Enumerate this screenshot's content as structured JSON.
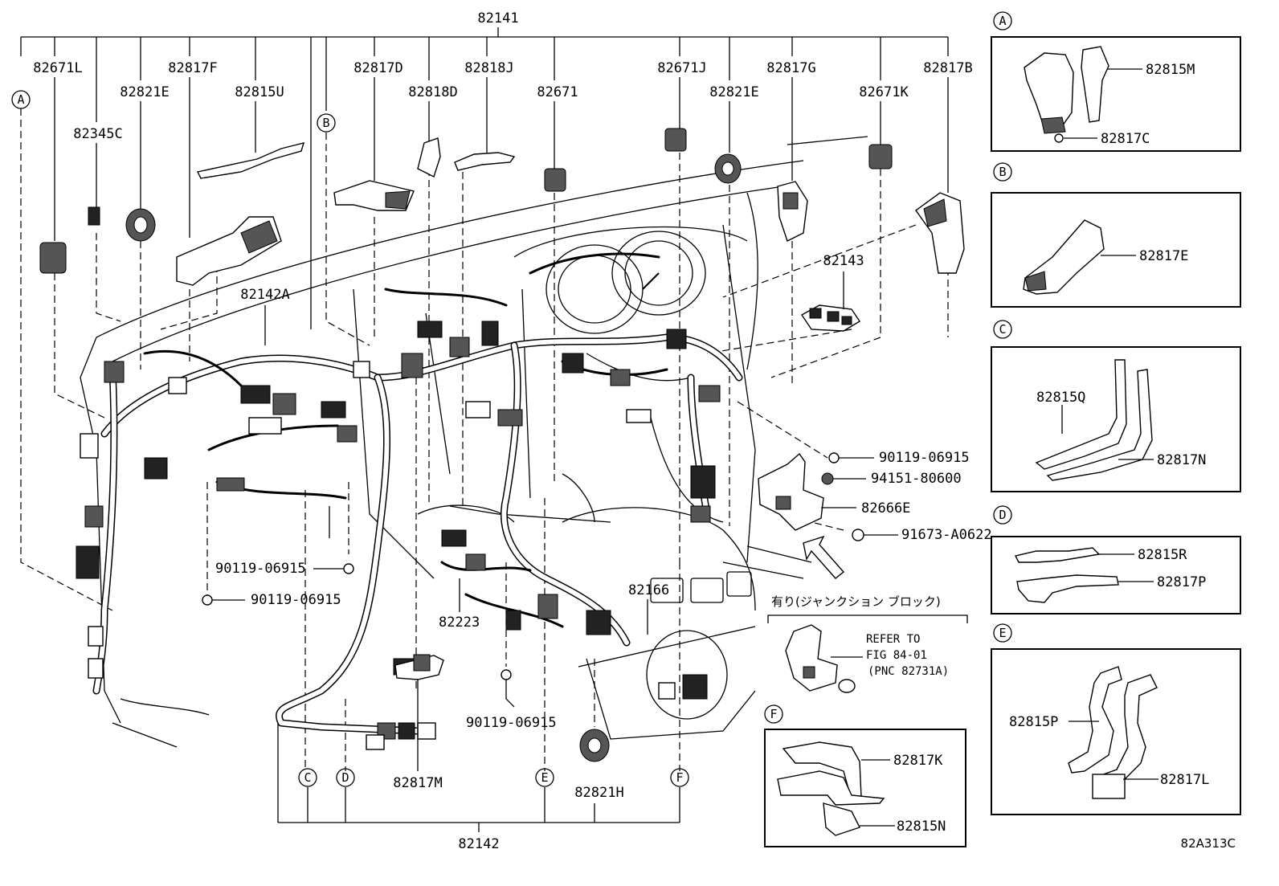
{
  "diagram_id": "82A313C",
  "main_labels": {
    "wire_top": "82141",
    "wire_bottom": "82142",
    "p82671L": "82671L",
    "p82821E_left": "82821E",
    "p82817F": "82817F",
    "p82815U": "82815U",
    "p82345C": "82345C",
    "p82817D": "82817D",
    "p82818J": "82818J",
    "p82818D": "82818D",
    "p82671": "82671",
    "p82671J": "82671J",
    "p82817G": "82817G",
    "p82821E_right": "82821E",
    "p82671K": "82671K",
    "p82817B": "82817B",
    "p82143": "82143",
    "p82142A": "82142A",
    "p90119_right": "90119-06915",
    "p94151": "94151-80600",
    "p82666E": "82666E",
    "p91673": "91673-A0622",
    "p90119_a": "90119-06915",
    "p90119_b": "90119-06915",
    "p90119_c": "90119-06915",
    "p82166": "82166",
    "p82223": "82223",
    "p82817M": "82817M",
    "p82821H": "82821H"
  },
  "callouts": {
    "A": "A",
    "B": "B",
    "C": "C",
    "D": "D",
    "E": "E",
    "F": "F"
  },
  "junction_note": {
    "heading": "有り(ジャンクション ブロック)",
    "line1": "REFER TO",
    "line2": "FIG 84-01",
    "line3": "(PNC 82731A)"
  },
  "insets": {
    "A": {
      "letter": "A",
      "part1": "82815M",
      "part2": "82817C"
    },
    "B": {
      "letter": "B",
      "part1": "82817E"
    },
    "C": {
      "letter": "C",
      "part1": "82815Q",
      "part2": "82817N"
    },
    "D": {
      "letter": "D",
      "part1": "82815R",
      "part2": "82817P"
    },
    "E": {
      "letter": "E",
      "part1": "82815P",
      "part2": "82817L"
    },
    "F": {
      "letter": "F",
      "part1": "82817K",
      "part2": "82815N"
    }
  }
}
